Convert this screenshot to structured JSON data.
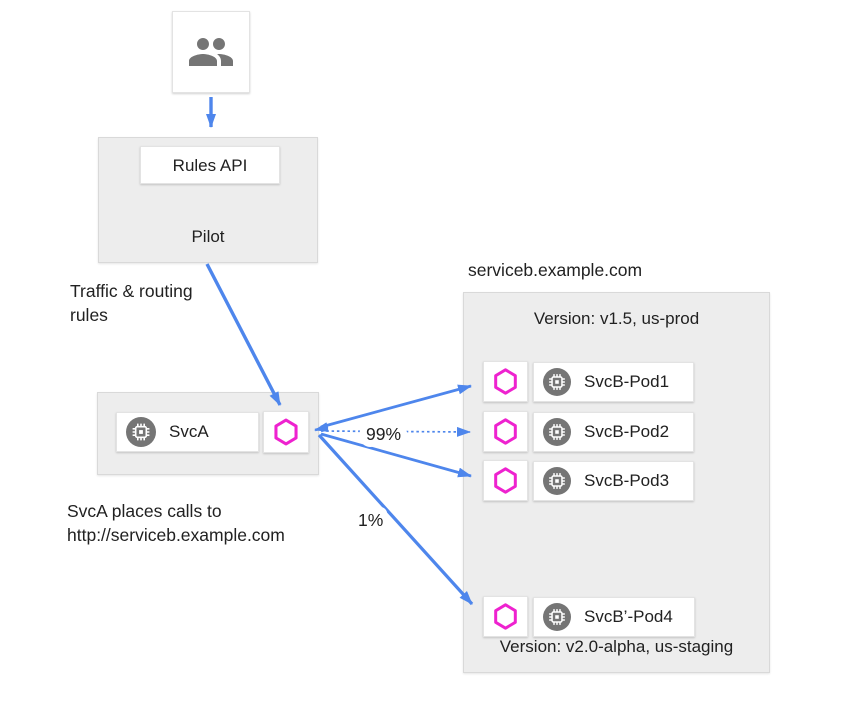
{
  "pilot": {
    "label": "Pilot",
    "rules_api": "Rules API"
  },
  "traffic_note": {
    "line1": "Traffic & routing",
    "line2": "rules"
  },
  "svca": {
    "label": "SvcA"
  },
  "calls_note": {
    "line1": "SvcA places calls to",
    "line2": "http://serviceb.example.com"
  },
  "serviceb": {
    "title": "serviceb.example.com",
    "prod_version": "Version: v1.5, us-prod",
    "staging_version": "Version: v2.0-alpha, us-staging",
    "pods": [
      "SvcB-Pod1",
      "SvcB-Pod2",
      "SvcB-Pod3",
      "SvcB’-Pod4"
    ]
  },
  "weights": {
    "major": "99%",
    "minor": "1%"
  },
  "colors": {
    "arrow": "#4e86ec",
    "envoy": "#ee22cf",
    "icon": "#757575"
  }
}
